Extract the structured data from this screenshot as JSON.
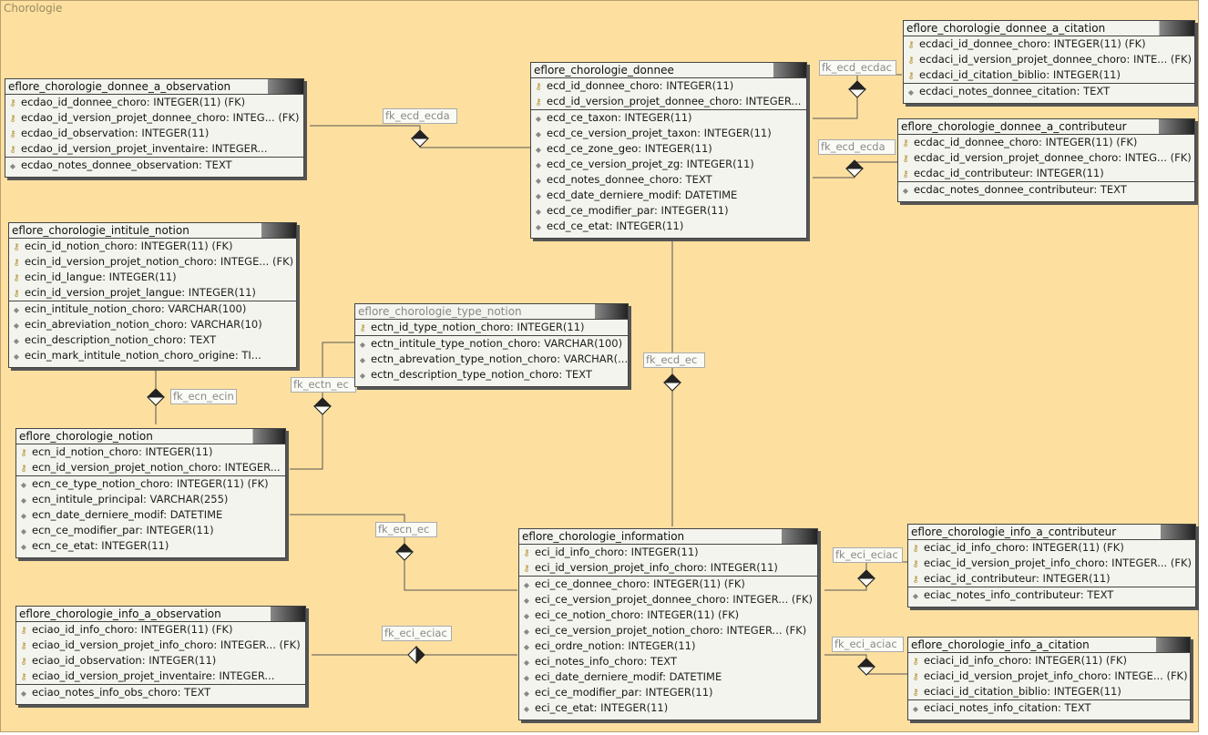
{
  "diagram": {
    "title": "Chorologie"
  },
  "entities": {
    "donnee_a_observation": {
      "name": "eflore_chorologie_donnee_a_observation",
      "keys": [
        {
          "name": "ecdao_id_donnee_choro",
          "type": ": INTEGER(11) (FK)"
        },
        {
          "name": "ecdao_id_version_projet_donnee_choro",
          "type": ": INTEG... (FK)"
        },
        {
          "name": "ecdao_id_observation",
          "type": ": INTEGER(11)"
        },
        {
          "name": "ecdao_id_version_projet_inventaire",
          "type": ": INTEGER..."
        }
      ],
      "attrs": [
        {
          "name": "ecdao_notes_donnee_observation",
          "type": ": TEXT"
        }
      ]
    },
    "donnee": {
      "name": "eflore_chorologie_donnee",
      "keys": [
        {
          "name": "ecd_id_donnee_choro",
          "type": ": INTEGER(11)"
        },
        {
          "name": "ecd_id_version_projet_donnee_choro",
          "type": ": INTEGER..."
        }
      ],
      "attrs": [
        {
          "name": "ecd_ce_taxon",
          "type": ": INTEGER(11)"
        },
        {
          "name": "ecd_ce_version_projet_taxon",
          "type": ": INTEGER(11)"
        },
        {
          "name": "ecd_ce_zone_geo",
          "type": ": INTEGER(11)"
        },
        {
          "name": "ecd_ce_version_projet_zg",
          "type": ": INTEGER(11)"
        },
        {
          "name": "ecd_notes_donnee_choro",
          "type": ": TEXT"
        },
        {
          "name": "ecd_date_derniere_modif",
          "type": ": DATETIME"
        },
        {
          "name": "ecd_ce_modifier_par",
          "type": ": INTEGER(11)"
        },
        {
          "name": "ecd_ce_etat",
          "type": ": INTEGER(11)"
        }
      ]
    },
    "donnee_a_citation": {
      "name": "eflore_chorologie_donnee_a_citation",
      "keys": [
        {
          "name": "ecdaci_id_donnee_choro",
          "type": ": INTEGER(11) (FK)"
        },
        {
          "name": "ecdaci_id_version_projet_donnee_choro",
          "type": ": INTE... (FK)"
        },
        {
          "name": "ecdaci_id_citation_biblio",
          "type": ": INTEGER(11)"
        }
      ],
      "attrs": [
        {
          "name": "ecdaci_notes_donnee_citation",
          "type": ": TEXT"
        }
      ]
    },
    "donnee_a_contributeur": {
      "name": "eflore_chorologie_donnee_a_contributeur",
      "keys": [
        {
          "name": "ecdac_id_donnee_choro",
          "type": ": INTEGER(11) (FK)"
        },
        {
          "name": "ecdac_id_version_projet_donnee_choro",
          "type": ": INTEG... (FK)"
        },
        {
          "name": "ecdac_id_contributeur",
          "type": ": INTEGER(11)"
        }
      ],
      "attrs": [
        {
          "name": "ecdac_notes_donnee_contributeur",
          "type": ": TEXT"
        }
      ]
    },
    "intitule_notion": {
      "name": "eflore_chorologie_intitule_notion",
      "keys": [
        {
          "name": "ecin_id_notion_choro",
          "type": ": INTEGER(11) (FK)"
        },
        {
          "name": "ecin_id_version_projet_notion_choro",
          "type": ": INTEGE... (FK)"
        },
        {
          "name": "ecin_id_langue",
          "type": ": INTEGER(11)"
        },
        {
          "name": "ecin_id_version_projet_langue",
          "type": ": INTEGER(11)"
        }
      ],
      "attrs": [
        {
          "name": "ecin_intitule_notion_choro",
          "type": ": VARCHAR(100)"
        },
        {
          "name": "ecin_abreviation_notion_choro",
          "type": ": VARCHAR(10)"
        },
        {
          "name": "ecin_description_notion_choro",
          "type": ": TEXT"
        },
        {
          "name": "ecin_mark_intitule_notion_choro_origine",
          "type": ": TI..."
        }
      ]
    },
    "type_notion": {
      "name": "eflore_chorologie_type_notion",
      "keys": [
        {
          "name": "ectn_id_type_notion_choro",
          "type": ": INTEGER(11)"
        }
      ],
      "attrs": [
        {
          "name": "ectn_intitule_type_notion_choro",
          "type": ": VARCHAR(100)"
        },
        {
          "name": "ectn_abrevation_type_notion_choro",
          "type": ": VARCHAR(..."
        },
        {
          "name": "ectn_description_type_notion_choro",
          "type": ": TEXT"
        }
      ]
    },
    "notion": {
      "name": "eflore_chorologie_notion",
      "keys": [
        {
          "name": "ecn_id_notion_choro",
          "type": ": INTEGER(11)"
        },
        {
          "name": "ecn_id_version_projet_notion_choro",
          "type": ": INTEGER..."
        }
      ],
      "attrs": [
        {
          "name": "ecn_ce_type_notion_choro",
          "type": ": INTEGER(11) (FK)"
        },
        {
          "name": "ecn_intitule_principal",
          "type": ": VARCHAR(255)"
        },
        {
          "name": "ecn_date_derniere_modif",
          "type": ": DATETIME"
        },
        {
          "name": "ecn_ce_modifier_par",
          "type": ": INTEGER(11)"
        },
        {
          "name": "ecn_ce_etat",
          "type": ": INTEGER(11)"
        }
      ]
    },
    "information": {
      "name": "eflore_chorologie_information",
      "keys": [
        {
          "name": "eci_id_info_choro",
          "type": ": INTEGER(11)"
        },
        {
          "name": "eci_id_version_projet_info_choro",
          "type": ": INTEGER(11)"
        }
      ],
      "attrs": [
        {
          "name": "eci_ce_donnee_choro",
          "type": ": INTEGER(11) (FK)"
        },
        {
          "name": "eci_ce_version_projet_donnee_choro",
          "type": ": INTEGER... (FK)"
        },
        {
          "name": "eci_ce_notion_choro",
          "type": ": INTEGER(11) (FK)"
        },
        {
          "name": "eci_ce_version_projet_notion_choro",
          "type": ": INTEGER... (FK)"
        },
        {
          "name": "eci_ordre_notion",
          "type": ": INTEGER(11)"
        },
        {
          "name": "eci_notes_info_choro",
          "type": ": TEXT"
        },
        {
          "name": "eci_date_derniere_modif",
          "type": ": DATETIME"
        },
        {
          "name": "eci_ce_modifier_par",
          "type": ": INTEGER(11)"
        },
        {
          "name": "eci_ce_etat",
          "type": ": INTEGER(11)"
        }
      ]
    },
    "info_a_contributeur": {
      "name": "eflore_chorologie_info_a_contributeur",
      "keys": [
        {
          "name": "eciac_id_info_choro",
          "type": ": INTEGER(11) (FK)"
        },
        {
          "name": "eciac_id_version_projet_info_choro",
          "type": ": INTEGER... (FK)"
        },
        {
          "name": "eciac_id_contributeur",
          "type": ": INTEGER(11)"
        }
      ],
      "attrs": [
        {
          "name": "eciac_notes_info_contributeur",
          "type": ": TEXT"
        }
      ]
    },
    "info_a_observation": {
      "name": "eflore_chorologie_info_a_observation",
      "keys": [
        {
          "name": "eciao_id_info_choro",
          "type": ": INTEGER(11) (FK)"
        },
        {
          "name": "eciao_id_version_projet_info_choro",
          "type": ": INTEGER... (FK)"
        },
        {
          "name": "eciao_id_observation",
          "type": ": INTEGER(11)"
        },
        {
          "name": "eciao_id_version_projet_inventaire",
          "type": ": INTEGER..."
        }
      ],
      "attrs": [
        {
          "name": "eciao_notes_info_obs_choro",
          "type": ": TEXT"
        }
      ]
    },
    "info_a_citation": {
      "name": "eflore_chorologie_info_a_citation",
      "keys": [
        {
          "name": "eciaci_id_info_choro",
          "type": ": INTEGER(11) (FK)"
        },
        {
          "name": "eciaci_id_version_projet_info_choro",
          "type": ": INTEGE... (FK)"
        },
        {
          "name": "eciaci_id_citation_biblio",
          "type": ": INTEGER(11)"
        }
      ],
      "attrs": [
        {
          "name": "eciaci_notes_info_citation",
          "type": ": TEXT"
        }
      ]
    }
  },
  "relations": {
    "fk_ecd_ecdao": "fk_ecd_ecda",
    "fk_ecd_ecdaci": "fk_ecd_ecdac",
    "fk_ecd_ecdac": "fk_ecd_ecda",
    "fk_ecn_ecin": "fk_ecn_ecin",
    "fk_ectn_ecn": "fk_ectn_ec",
    "fk_ecd_eci": "fk_ecd_ec",
    "fk_ecn_eci": "fk_ecn_ec",
    "fk_eci_eciac": "fk_eci_eciac",
    "fk_eci_eciao": "fk_eci_eciac",
    "fk_eci_eciaci": "fk_eci_aciac"
  }
}
